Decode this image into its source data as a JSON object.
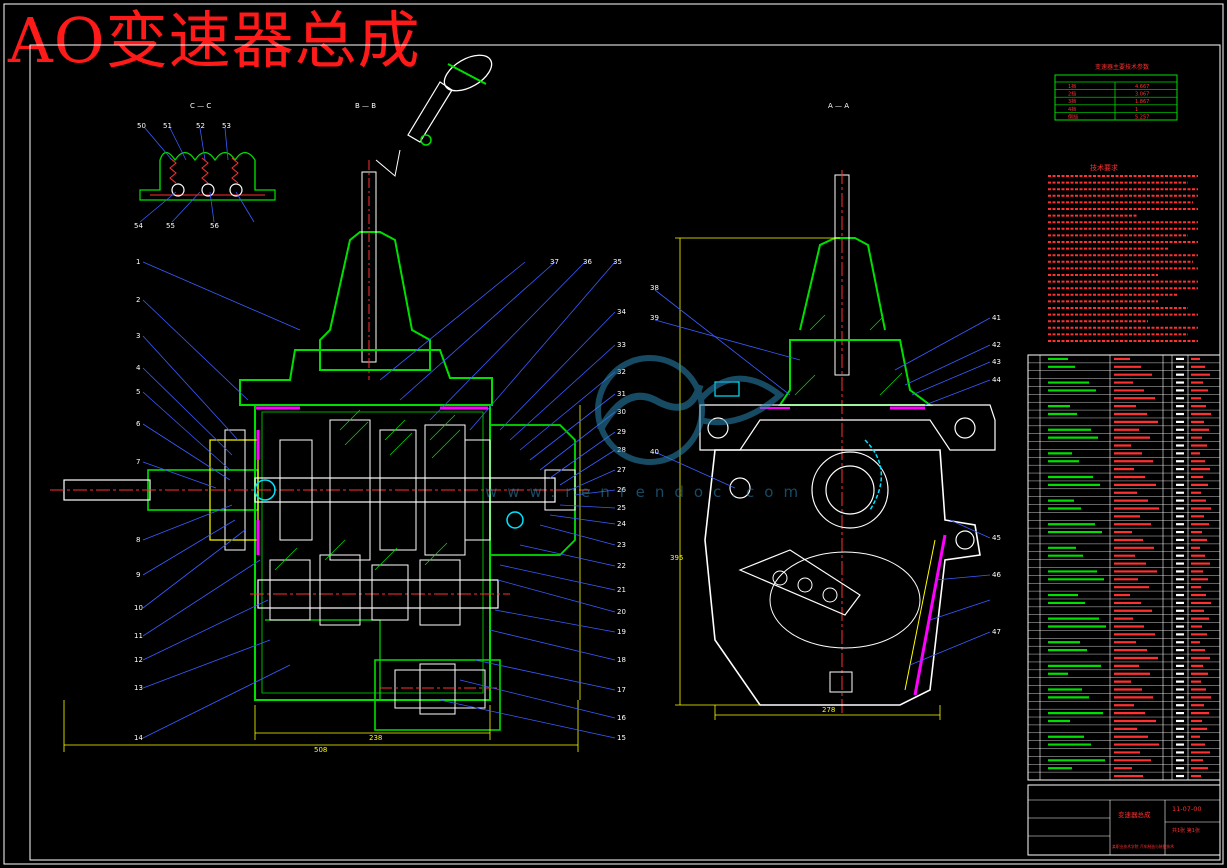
{
  "title": "AO变速器总成",
  "section_labels": [
    "C — C",
    "B — B",
    "A — A"
  ],
  "tech_table": {
    "title": "变速器主要技术参数",
    "rows": [
      [
        "1挡",
        "4.667"
      ],
      [
        "2挡",
        "3.067"
      ],
      [
        "3挡",
        "1.867"
      ],
      [
        "4挡",
        "1"
      ],
      [
        "倒挡",
        "5.257"
      ]
    ]
  },
  "tech_requirements_title": "技术要求",
  "dimensions": {
    "overall_length": "508",
    "case_length": "238",
    "side_width": "278",
    "side_height": "395"
  },
  "leader_numbers_left": [
    "1",
    "2",
    "3",
    "4",
    "5",
    "6",
    "7",
    "8",
    "9",
    "10",
    "11",
    "12",
    "13",
    "14"
  ],
  "leader_numbers_mid": [
    "15",
    "16",
    "17",
    "18",
    "19",
    "20",
    "21",
    "22",
    "23",
    "24",
    "25",
    "26",
    "27",
    "28",
    "29",
    "30",
    "31",
    "32",
    "33",
    "34",
    "35",
    "36",
    "37"
  ],
  "leader_numbers_right": [
    "38",
    "39",
    "40",
    "41",
    "42",
    "43",
    "44",
    "45",
    "46",
    "47"
  ],
  "detail_numbers": [
    "50",
    "51",
    "52",
    "53",
    "54",
    "55",
    "56"
  ],
  "title_block": {
    "drawing_name": "变速器总成",
    "drawing_number": "11-07-00",
    "sheet": "共1张 第1张",
    "school": "某职业技术学院 汽车制造与装配技术"
  },
  "watermark": "www.renrendoc.com",
  "colors": {
    "background": "#000000",
    "geometry": "#ffffff",
    "housing": "#00e000",
    "centerline": "#ff3030",
    "dimension": "#ffff00",
    "leader": "#3a5cff",
    "magenta": "#ff00ff",
    "cyan": "#00e5ff",
    "title": "#ff1a1a"
  }
}
